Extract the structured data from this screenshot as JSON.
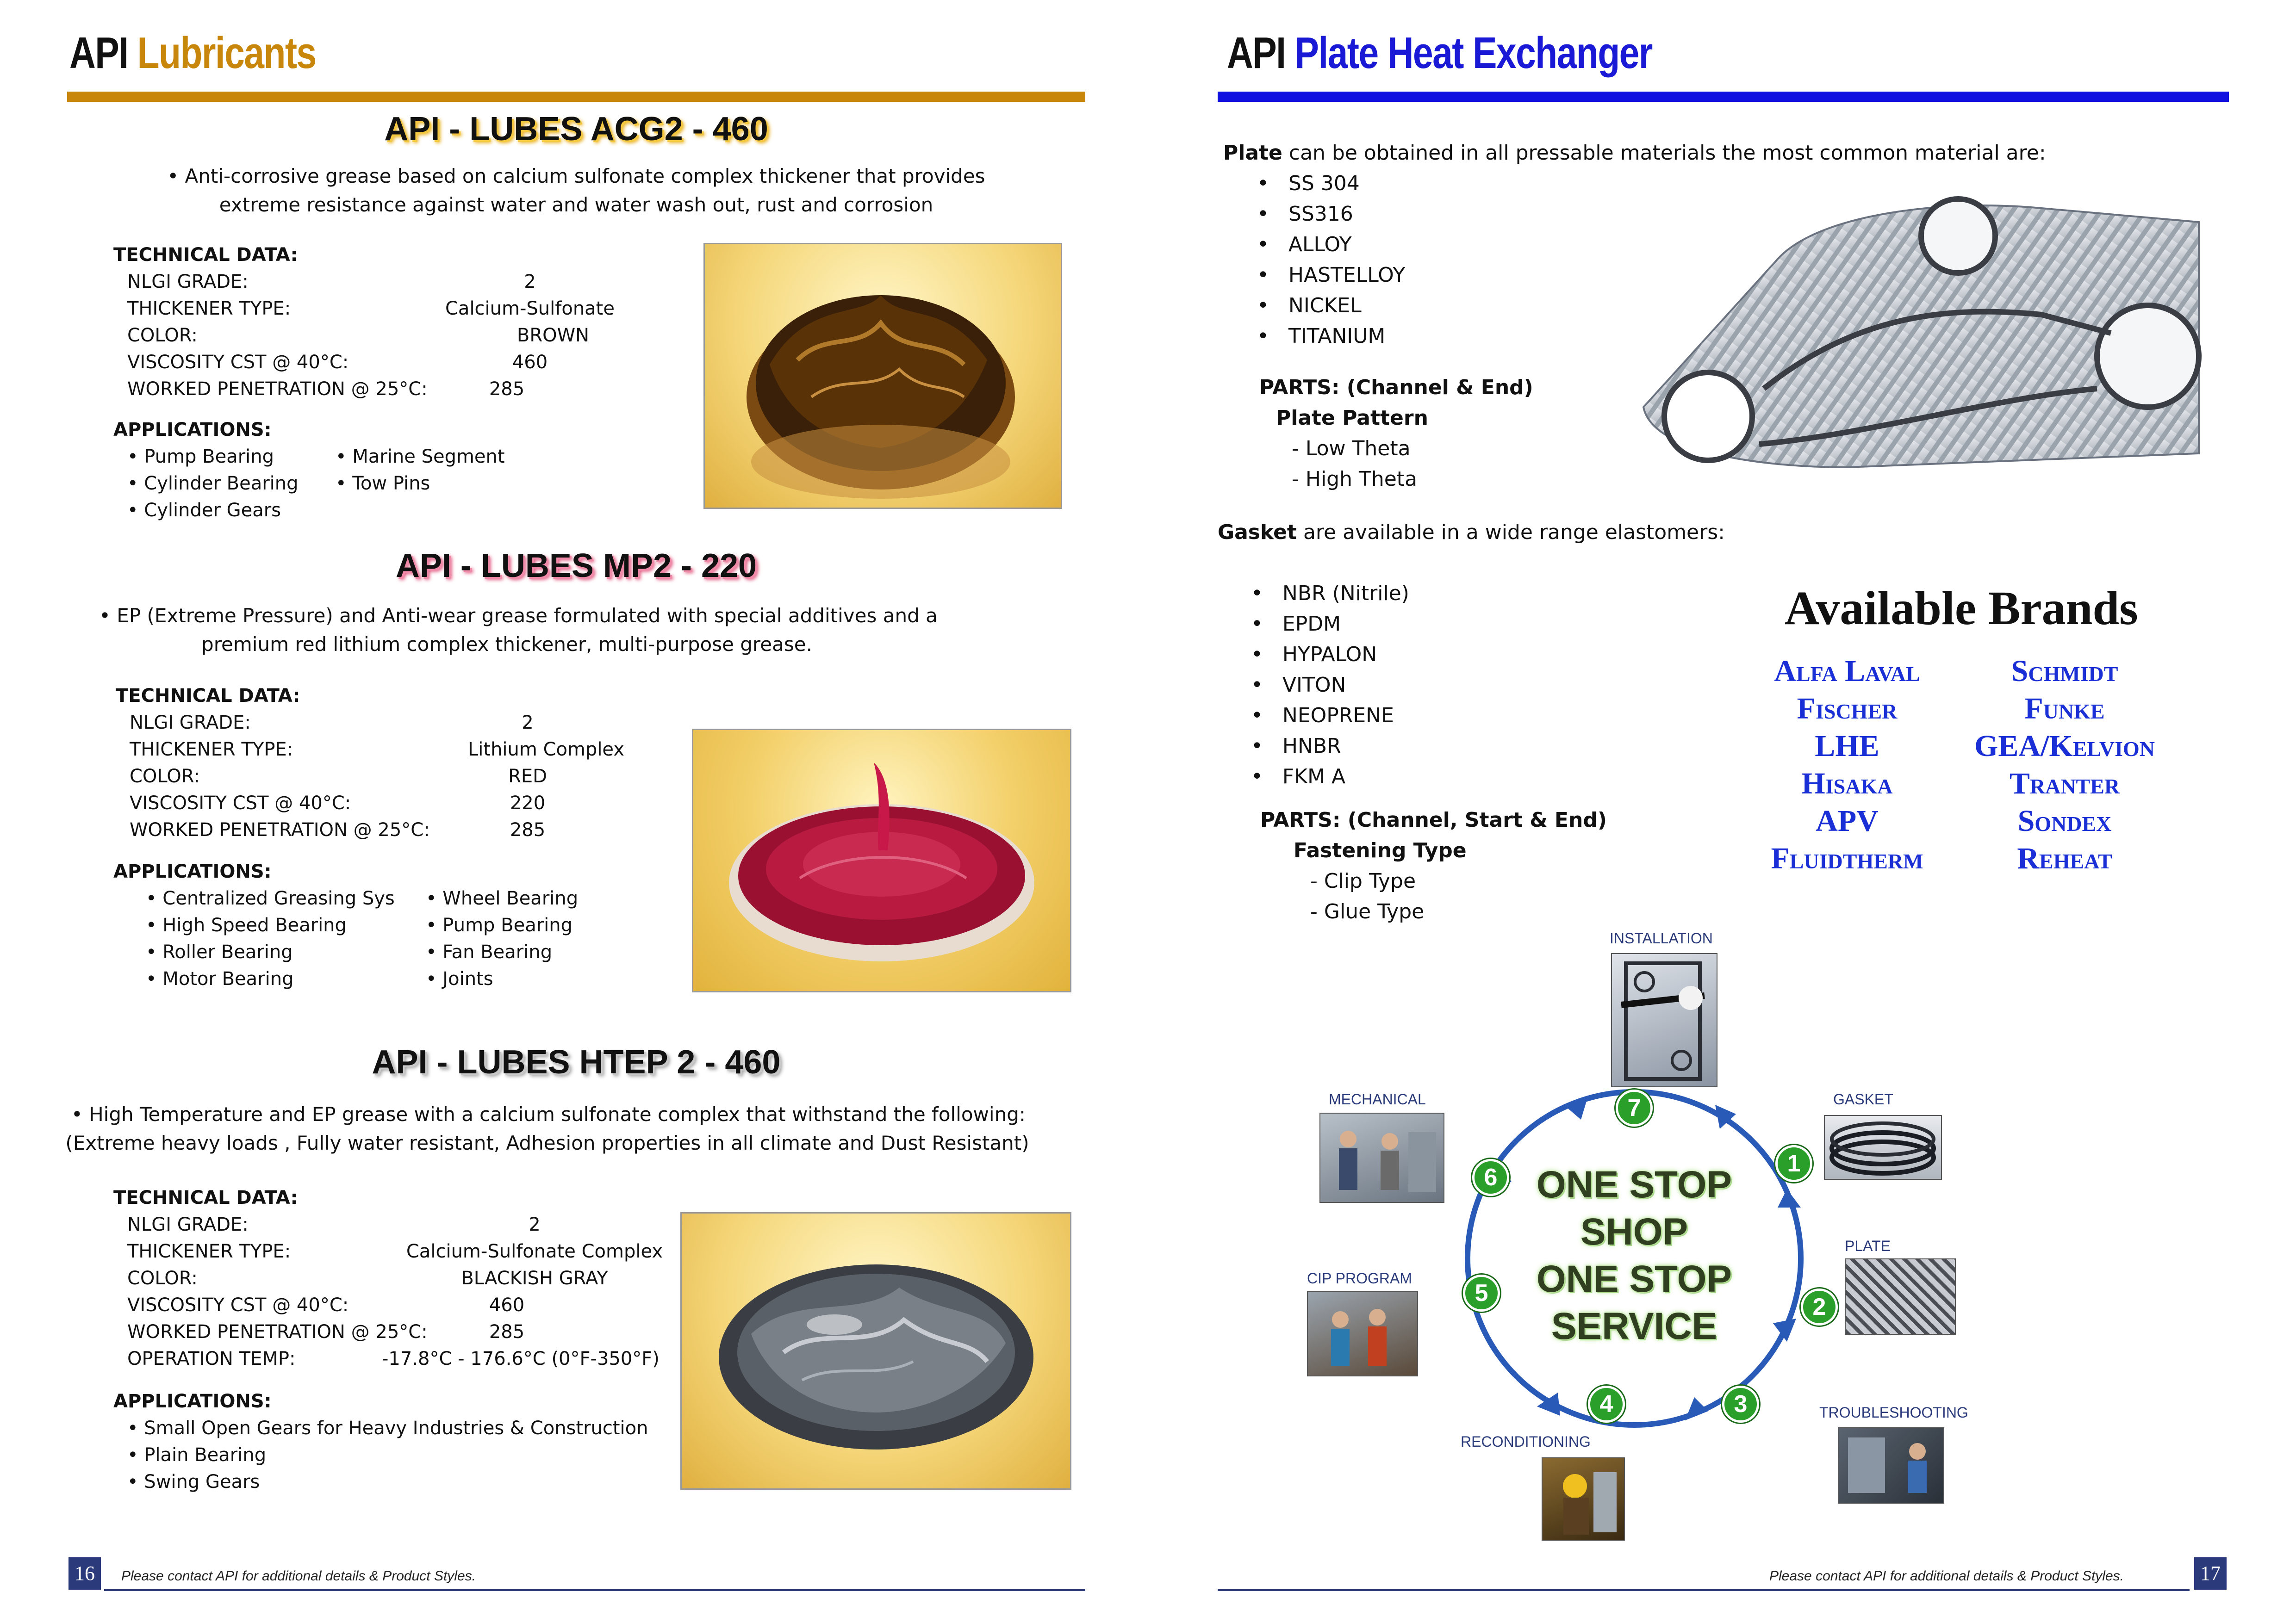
{
  "left": {
    "header": {
      "prefix": "API",
      "title": "Lubricants"
    },
    "products": [
      {
        "name": "API - LUBES ACG2 - 460",
        "desc1": "• Anti-corrosive grease based on calcium sulfonate complex thickener that provides",
        "desc2": "extreme resistance against water and water wash out, rust and corrosion",
        "tech_title": "TECHNICAL DATA:",
        "tech": [
          {
            "label": "NLGI GRADE:",
            "value": "2"
          },
          {
            "label": "THICKENER TYPE:",
            "value": "Calcium-Sulfonate"
          },
          {
            "label": "COLOR:",
            "value": "BROWN"
          },
          {
            "label": "VISCOSITY CST @ 40°C:",
            "value": "460"
          },
          {
            "label": "WORKED PENETRATION @ 25°C:",
            "value": "285"
          }
        ],
        "app_title": "APPLICATIONS:",
        "apps_col1": [
          "• Pump Bearing",
          "• Cylinder Bearing",
          "• Cylinder Gears"
        ],
        "apps_col2": [
          "•  Marine Segment",
          "•  Tow Pins"
        ]
      },
      {
        "name": "API - LUBES MP2 - 220",
        "desc1": "• EP (Extreme Pressure) and Anti-wear grease formulated with special additives and a",
        "desc2": "premium red lithium complex thickener, multi-purpose grease.",
        "tech_title": "TECHNICAL DATA:",
        "tech": [
          {
            "label": "NLGI GRADE:",
            "value": "2"
          },
          {
            "label": "THICKENER TYPE:",
            "value": "Lithium Complex"
          },
          {
            "label": "COLOR:",
            "value": "RED"
          },
          {
            "label": "VISCOSITY CST @ 40°C:",
            "value": "220"
          },
          {
            "label": "WORKED PENETRATION @ 25°C:",
            "value": "285"
          }
        ],
        "app_title": "APPLICATIONS:",
        "apps_col1": [
          "•  Centralized Greasing Sys",
          "•  High Speed Bearing",
          "•  Roller Bearing",
          "•  Motor Bearing"
        ],
        "apps_col2": [
          "•  Wheel Bearing",
          "•  Pump Bearing",
          "•   Fan Bearing",
          "•   Joints"
        ]
      },
      {
        "name": "API - LUBES HTEP 2 - 460",
        "desc1": "• High Temperature and EP grease with a calcium sulfonate complex that withstand the following:",
        "desc2": "(Extreme heavy loads , Fully water resistant, Adhesion properties in all climate and Dust Resistant)",
        "tech_title": "TECHNICAL DATA:",
        "tech": [
          {
            "label": "NLGI GRADE:",
            "value": "2"
          },
          {
            "label": "THICKENER TYPE:",
            "value": "Calcium-Sulfonate Complex"
          },
          {
            "label": "COLOR:",
            "value": "BLACKISH GRAY"
          },
          {
            "label": "VISCOSITY CST @ 40°C:",
            "value": "460"
          },
          {
            "label": "WORKED PENETRATION @ 25°C:",
            "value": "285"
          },
          {
            "label": "OPERATION TEMP:",
            "value": "-17.8°C - 176.6°C (0°F-350°F)"
          }
        ],
        "app_title": "APPLICATIONS:",
        "apps": [
          "• Small Open Gears for Heavy Industries & Construction",
          "• Plain Bearing",
          "• Swing Gears"
        ]
      }
    ],
    "footer": {
      "page": "16",
      "note": "Please contact API for additional details & Product Styles."
    }
  },
  "right": {
    "header": {
      "prefix": "API",
      "title": "Plate Heat Exchanger"
    },
    "plate": {
      "lead_bold": "Plate",
      "lead_rest": " can be obtained in all pressable materials the most common material are:",
      "materials": [
        "SS 304",
        "SS316",
        "ALLOY",
        "HASTELLOY",
        "NICKEL",
        "TITANIUM"
      ],
      "parts_title": "PARTS: (Channel & End)",
      "parts_sub": "Plate Pattern",
      "parts_items": [
        "- Low Theta",
        "- High Theta"
      ]
    },
    "gasket": {
      "lead_bold": "Gasket",
      "lead_rest": " are available in a wide range elastomers:",
      "materials": [
        "NBR (Nitrile)",
        "EPDM",
        "HYPALON",
        "VITON",
        "NEOPRENE",
        "HNBR",
        "FKM A"
      ],
      "parts_title": "PARTS: (Channel, Start & End)",
      "parts_sub": "Fastening Type",
      "parts_items": [
        "- Clip Type",
        "- Glue Type"
      ]
    },
    "brands": {
      "title": "Available Brands",
      "col1": [
        "Alfa Laval",
        "Fischer",
        "LHE",
        "Hisaka",
        "APV",
        "Fluidtherm"
      ],
      "col2": [
        "Schmidt",
        "Funke",
        "GEA/Kelvion",
        "Tranter",
        "Sondex",
        "Reheat"
      ]
    },
    "service": {
      "center": [
        "ONE STOP",
        "SHOP",
        "ONE STOP",
        "SERVICE"
      ],
      "steps": [
        {
          "n": "1",
          "label": "GASKET"
        },
        {
          "n": "2",
          "label": "PLATE"
        },
        {
          "n": "3",
          "label": "TROUBLESHOOTING"
        },
        {
          "n": "4",
          "label": "RECONDITIONING"
        },
        {
          "n": "5",
          "label": "CIP PROGRAM"
        },
        {
          "n": "6",
          "label": "MECHANICAL"
        },
        {
          "n": "7",
          "label": "INSTALLATION"
        }
      ]
    },
    "footer": {
      "page": "17",
      "note": "Please contact API for additional details & Product Styles."
    }
  },
  "colors": {
    "lubricants_accent": "#c8860a",
    "phe_accent": "#1a1ad6",
    "rule_left": "#c8860a",
    "rule_right": "#1010e0",
    "brand_blue": "#1a2fd6",
    "step_green": "#2aa02a"
  }
}
